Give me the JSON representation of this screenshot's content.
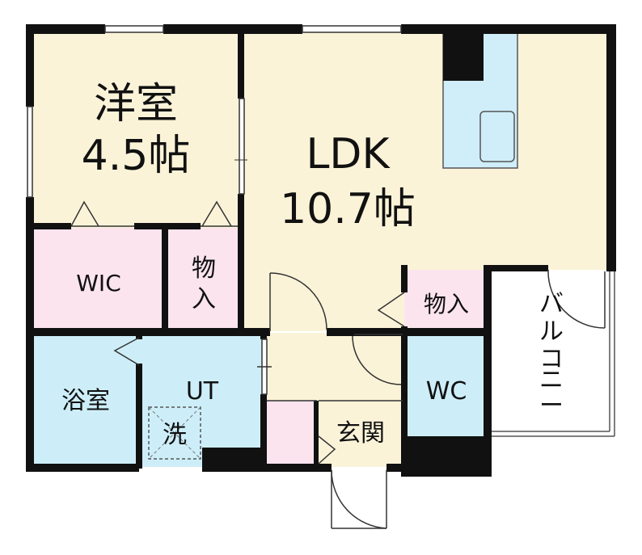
{
  "floor_plan": {
    "rooms": {
      "western_room": {
        "name": "洋室",
        "size": "4.5帖"
      },
      "ldk": {
        "name": "LDK",
        "size": "10.7帖"
      },
      "wic": {
        "name": "WIC"
      },
      "storage_1": {
        "name_top": "物",
        "name_bottom": "入"
      },
      "storage_2": {
        "name": "物入"
      },
      "bathroom": {
        "name": "浴室"
      },
      "utility": {
        "name": "UT"
      },
      "washer": {
        "name": "洗"
      },
      "wc": {
        "name": "WC"
      },
      "entrance": {
        "name": "玄関"
      },
      "balcony": {
        "name_chars": [
          "バ",
          "ル",
          "コ",
          "ニ",
          "ー"
        ]
      }
    },
    "colors": {
      "wall": "#111111",
      "western_room": "#fbf3d8",
      "ldk": "#fbf3d8",
      "wic": "#fbe4ee",
      "storage": "#fbe4ee",
      "bathroom": "#cdeef9",
      "utility": "#cdeef9",
      "wc": "#cdeef9",
      "kitchen": "#cfeef9",
      "entrance": "#fbf3d8",
      "balcony": "#ffffff"
    }
  }
}
